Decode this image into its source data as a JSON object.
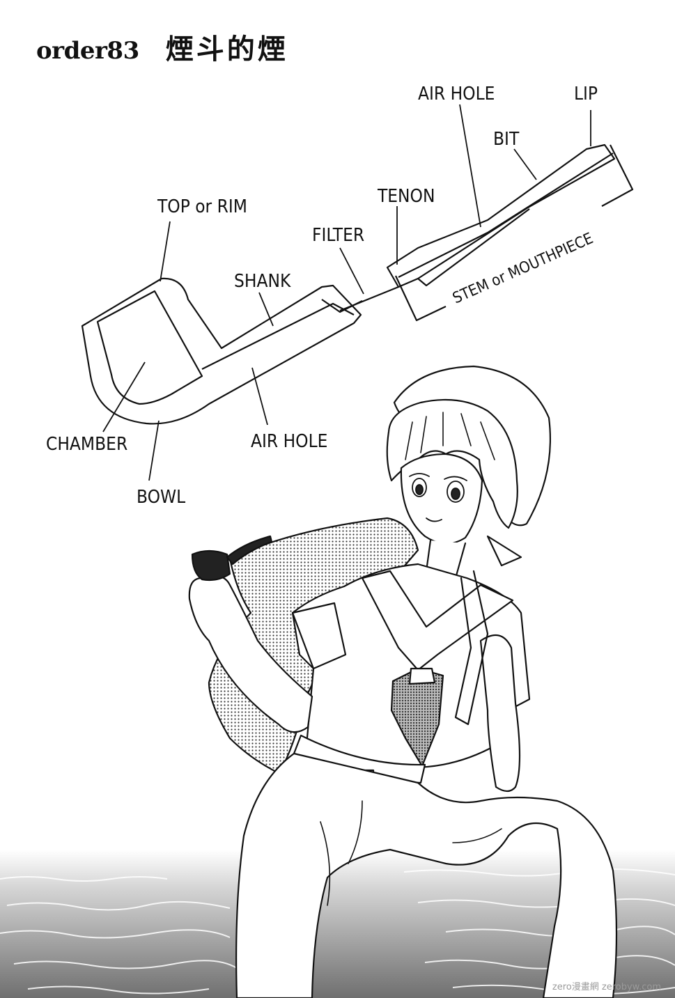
{
  "page": {
    "chapter_number": "order83",
    "chapter_title": "煙斗的煙",
    "watermark": "zero漫畫網 zerobyw.com"
  },
  "diagram": {
    "labels": {
      "top_or_rim": "TOP or RIM",
      "shank": "SHANK",
      "filter": "FILTER",
      "tenon": "TENON",
      "air_hole_stem": "AIR HOLE",
      "bit": "BIT",
      "lip": "LIP",
      "stem_or_mouthpiece": "STEM or MOUTHPIECE",
      "chamber": "CHAMBER",
      "air_hole_shank": "AIR HOLE",
      "bowl": "BOWL"
    }
  },
  "colors": {
    "ink": "#111111",
    "screentone": "#8a8a8a",
    "paper": "#ffffff"
  }
}
